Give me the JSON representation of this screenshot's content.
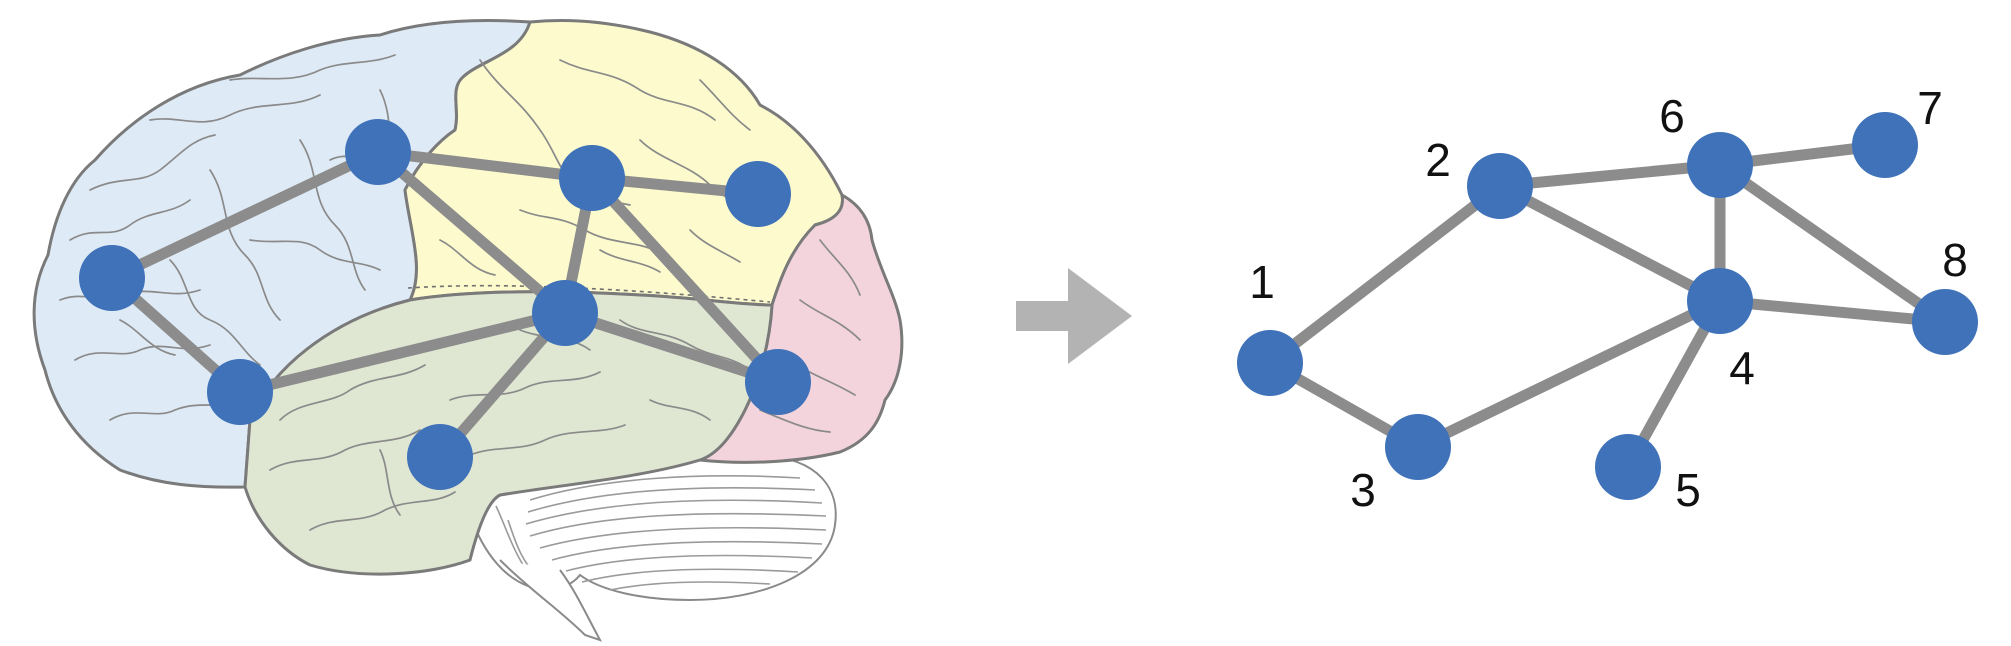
{
  "colors": {
    "node_fill": "#3f72b8",
    "edge": "#8c8c8c",
    "arrow": "#b3b3b3",
    "frontal_lobe": "#deeaf5",
    "parietal_lobe": "#fdfbcd",
    "temporal_lobe": "#dfe6d2",
    "occipital_lobe": "#f3d4dc",
    "brain_outline": "#7a7a7a",
    "sulci": "#8a8a8a"
  },
  "brain_network": {
    "nodes": [
      "a",
      "b",
      "c",
      "d",
      "e",
      "f",
      "g",
      "h"
    ],
    "edges": [
      [
        "a",
        "b"
      ],
      [
        "a",
        "c"
      ],
      [
        "b",
        "d"
      ],
      [
        "b",
        "f"
      ],
      [
        "c",
        "f"
      ],
      [
        "d",
        "e"
      ],
      [
        "d",
        "f"
      ],
      [
        "d",
        "g"
      ],
      [
        "f",
        "g"
      ],
      [
        "f",
        "h"
      ]
    ]
  },
  "graph": {
    "nodes": [
      {
        "id": 1,
        "label": "1"
      },
      {
        "id": 2,
        "label": "2"
      },
      {
        "id": 3,
        "label": "3"
      },
      {
        "id": 4,
        "label": "4"
      },
      {
        "id": 5,
        "label": "5"
      },
      {
        "id": 6,
        "label": "6"
      },
      {
        "id": 7,
        "label": "7"
      },
      {
        "id": 8,
        "label": "8"
      }
    ],
    "edges": [
      [
        1,
        2
      ],
      [
        1,
        3
      ],
      [
        2,
        6
      ],
      [
        2,
        4
      ],
      [
        3,
        4
      ],
      [
        4,
        6
      ],
      [
        4,
        8
      ],
      [
        4,
        5
      ],
      [
        6,
        7
      ],
      [
        6,
        8
      ]
    ]
  }
}
